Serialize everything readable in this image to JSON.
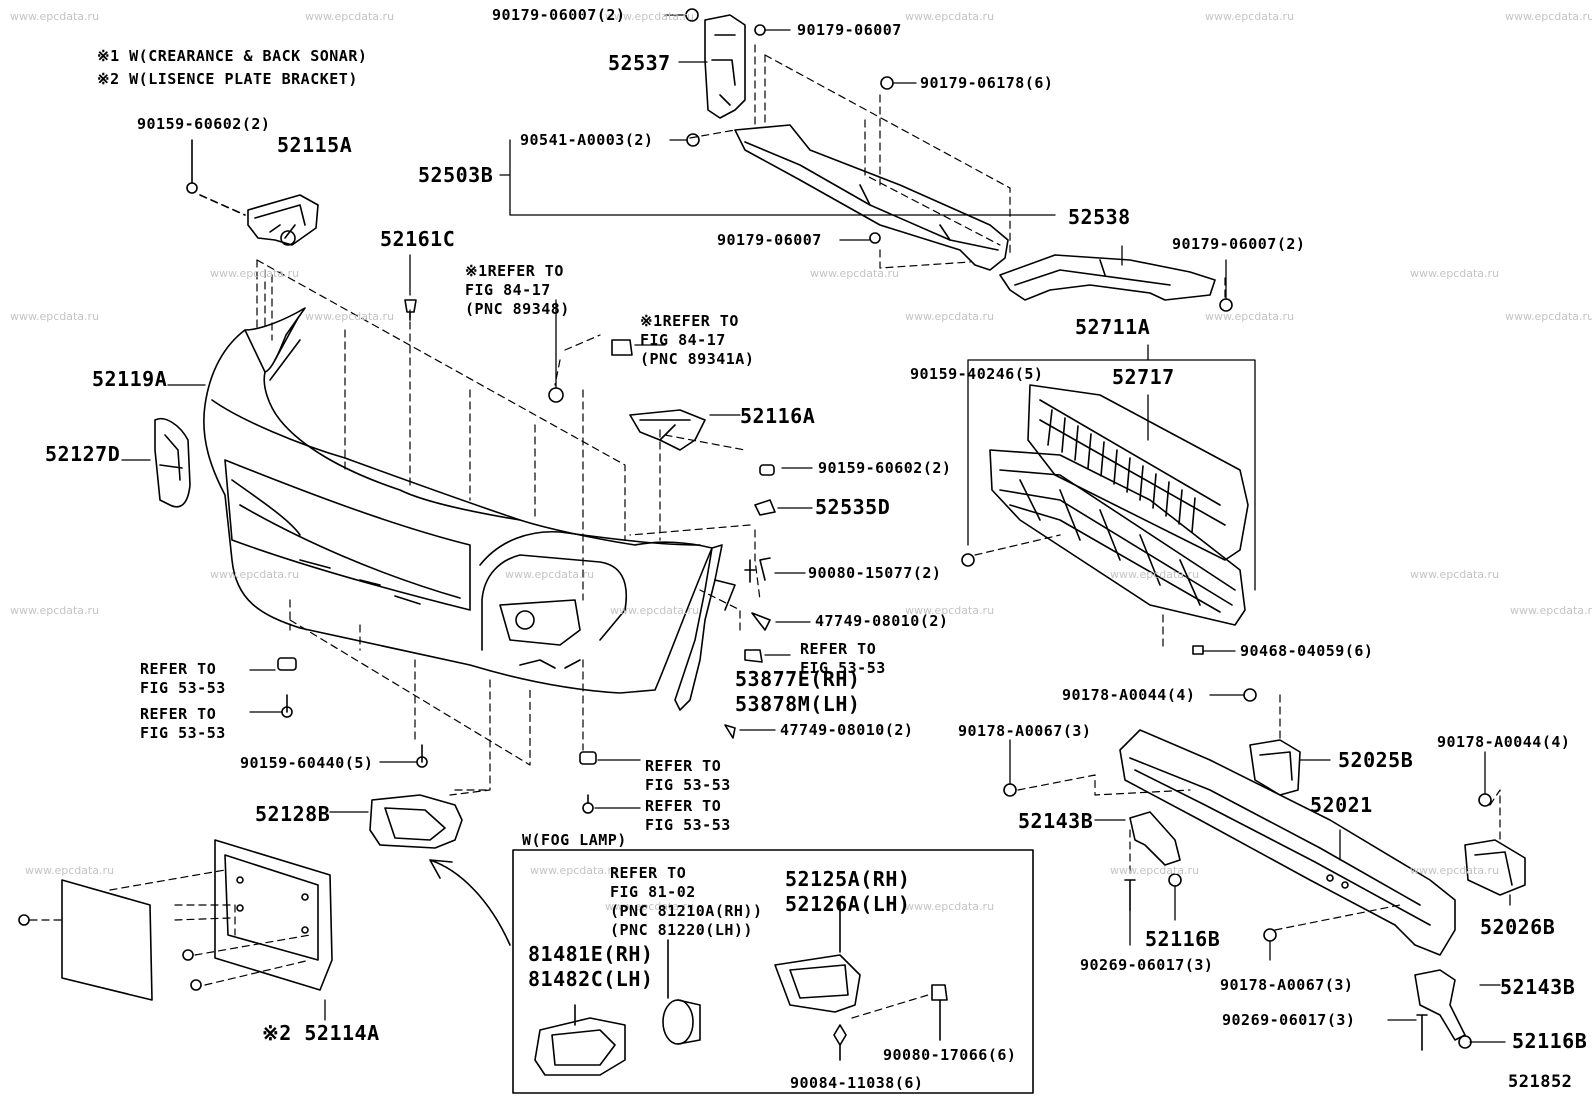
{
  "figure_id": "521852",
  "watermark": "www.epcdata.ru",
  "notes": [
    "※1 W(CREARANCE & BACK SONAR)",
    "※2 W(LISENCE PLATE BRACKET)"
  ],
  "fog_box_title": "W(FOG LAMP)",
  "parts": [
    "90179-06007(2)",
    "52537",
    "90179-06007",
    "90179-06178(6)",
    "90541-A0003(2)",
    "52503B",
    "90179-06007",
    "52538",
    "90179-06007(2)",
    "90159-60602(2)",
    "52115A",
    "52161C",
    "52119A",
    "52127D",
    "52711A",
    "90159-40246(5)",
    "52717",
    "52116A",
    "90159-60602(2)",
    "52535D",
    "90080-15077(2)",
    "47749-08010(2)",
    "53877E(RH)",
    "53878M(LH)",
    "47749-08010(2)",
    "90468-04059(6)",
    "90159-60440(5)",
    "52128B",
    "90178-A0044(4)",
    "90178-A0067(3)",
    "52025B",
    "90178-A0044(4)",
    "52021",
    "52143B",
    "52116B",
    "90269-06017(3)",
    "90178-A0067(3)",
    "52026B",
    "52143B",
    "90269-06017(3)",
    "52116B",
    "52114A",
    "52125A(RH)",
    "52126A(LH)",
    "81481E(RH)",
    "81482C(LH)",
    "90080-17066(6)",
    "90084-11038(6)"
  ],
  "refs": [
    "※1REFER TO\nFIG 84-17\n(PNC 89348)",
    "※1REFER TO\nFIG 84-17\n(PNC 89341A)",
    "REFER TO\nFIG 53-53",
    "REFER TO\nFIG 53-53",
    "REFER TO\nFIG 53-53",
    "REFER TO\nFIG 53-53",
    "REFER TO\nFIG 53-53",
    "REFER TO\nFIG 81-02\n(PNC 81210A(RH))\n(PNC 81220(LH))"
  ],
  "ref_suffix": "※2"
}
